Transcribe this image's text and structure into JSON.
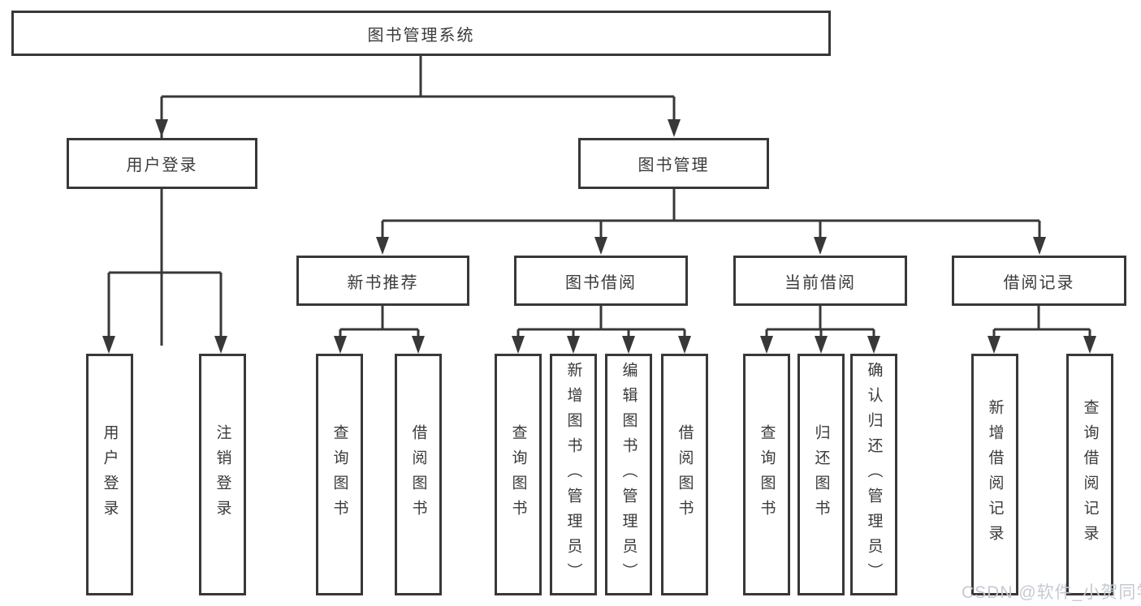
{
  "tree": {
    "label": "图书管理系统",
    "children": [
      {
        "label": "用户登录",
        "children": [
          {
            "label": "用户登录"
          },
          {
            "label": "注销登录"
          }
        ]
      },
      {
        "label": "图书管理",
        "children": [
          {
            "label": "新书推荐",
            "children": [
              {
                "label": "查询图书"
              },
              {
                "label": "借阅图书"
              }
            ]
          },
          {
            "label": "图书借阅",
            "children": [
              {
                "label": "查询图书"
              },
              {
                "label": "新增图书（管理员）"
              },
              {
                "label": "编辑图书（管理员）"
              },
              {
                "label": "借阅图书"
              }
            ]
          },
          {
            "label": "当前借阅",
            "children": [
              {
                "label": "查询图书"
              },
              {
                "label": "归还图书"
              },
              {
                "label": "确认归还（管理员）"
              }
            ]
          },
          {
            "label": "借阅记录",
            "children": [
              {
                "label": "新增借阅记录"
              },
              {
                "label": "查询借阅记录"
              }
            ]
          }
        ]
      }
    ]
  },
  "watermark": {
    "text": "CSDN @软件_小贺同学"
  },
  "colors": {
    "line": "#383838",
    "text": "#3a3a3a",
    "background": "#ffffff",
    "box_fill": "#ffffff",
    "watermark": "#c5cad0"
  }
}
